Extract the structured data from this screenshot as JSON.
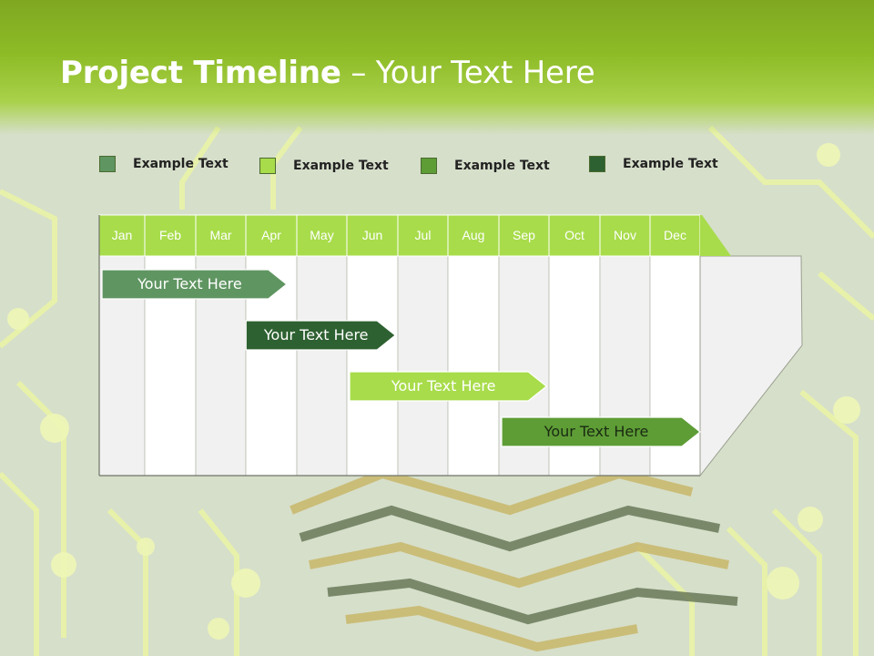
{
  "slide": {
    "title_bold": "Project Timeline",
    "title_rest": " – Your Text Here"
  },
  "legend": [
    {
      "label": "Example Text",
      "color": "#5f9561"
    },
    {
      "label": "Example Text",
      "color": "#a8dc4b"
    },
    {
      "label": "Example Text",
      "color": "#5e9d36"
    },
    {
      "label": "Example Text",
      "color": "#2e6131"
    }
  ],
  "months": [
    "Jan",
    "Feb",
    "Mar",
    "Apr",
    "May",
    "Jun",
    "Jul",
    "Aug",
    "Sep",
    "Oct",
    "Nov",
    "Dec"
  ],
  "tasks": [
    {
      "label": "Your  Text Here",
      "start_month": 0.0,
      "end_month": 3.8,
      "color": "#5f9561",
      "text_color": "#ffffff"
    },
    {
      "label": "Your  Text Here",
      "start_month": 2.95,
      "end_month": 5.95,
      "color": "#2e6131",
      "text_color": "#ffffff"
    },
    {
      "label": "Your  Text Here",
      "start_month": 5.0,
      "end_month": 8.95,
      "color": "#a8dc4b",
      "text_color": "#ffffff"
    },
    {
      "label": "Your  Text Here",
      "start_month": 8.0,
      "end_month": 12.0,
      "color": "#5e9d36",
      "text_color": "#1a2a12"
    }
  ],
  "colors": {
    "header_green": "#8dbb26",
    "month_band": "#a8dc4b",
    "column_light": "#f1f1f1",
    "column_white": "#ffffff"
  }
}
